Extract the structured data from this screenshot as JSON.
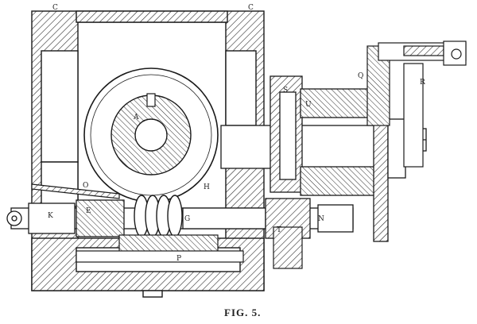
{
  "figure": {
    "caption": "FIG. 5.",
    "labels": {
      "c_left": "C",
      "c_right": "C",
      "a": "A",
      "h": "H",
      "o": "O",
      "k": "K",
      "e": "E",
      "g": "G",
      "p": "P",
      "s": "S",
      "u": "U",
      "q": "Q",
      "r": "R",
      "t": "T",
      "n": "N"
    }
  }
}
